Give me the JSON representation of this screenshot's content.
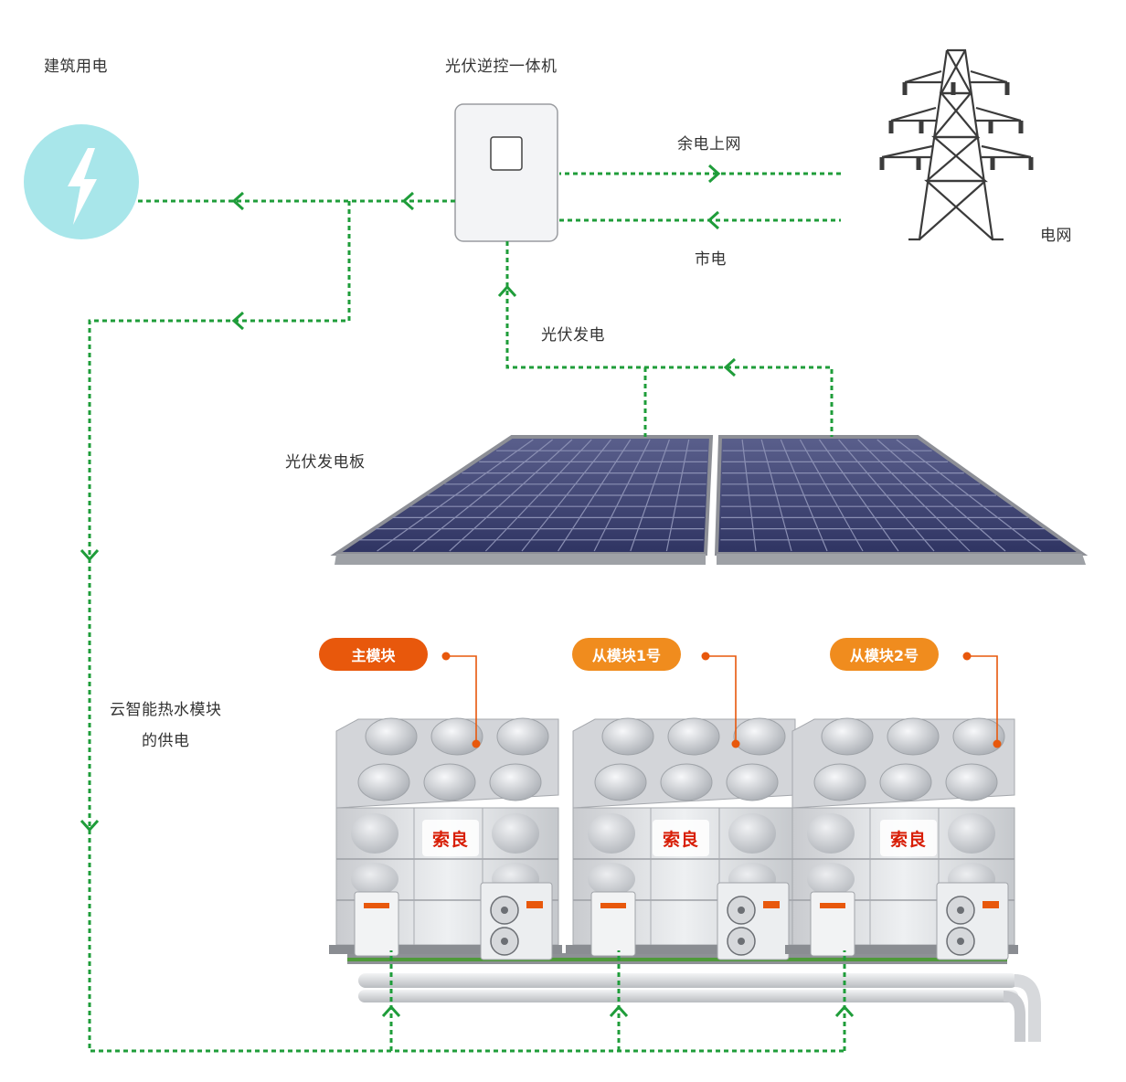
{
  "labels": {
    "building_power": "建筑用电",
    "inverter": "光伏逆控一体机",
    "surplus_to_grid": "余电上网",
    "grid": "电网",
    "city_power": "市电",
    "pv_generation": "光伏发电",
    "pv_panel": "光伏发电板",
    "supply_line1": "云智能热水模块",
    "supply_line2": "的供电"
  },
  "modules": [
    {
      "label": "主模块",
      "color": "#e8580c"
    },
    {
      "label": "从模块1号",
      "color": "#f08c1e"
    },
    {
      "label": "从模块2号",
      "color": "#f08c1e"
    }
  ],
  "brand_text": "索良",
  "colors": {
    "flow_line": "#1f9d3a",
    "power_icon_bg": "#a8e6ea",
    "panel_cell": "#3d4272"
  }
}
